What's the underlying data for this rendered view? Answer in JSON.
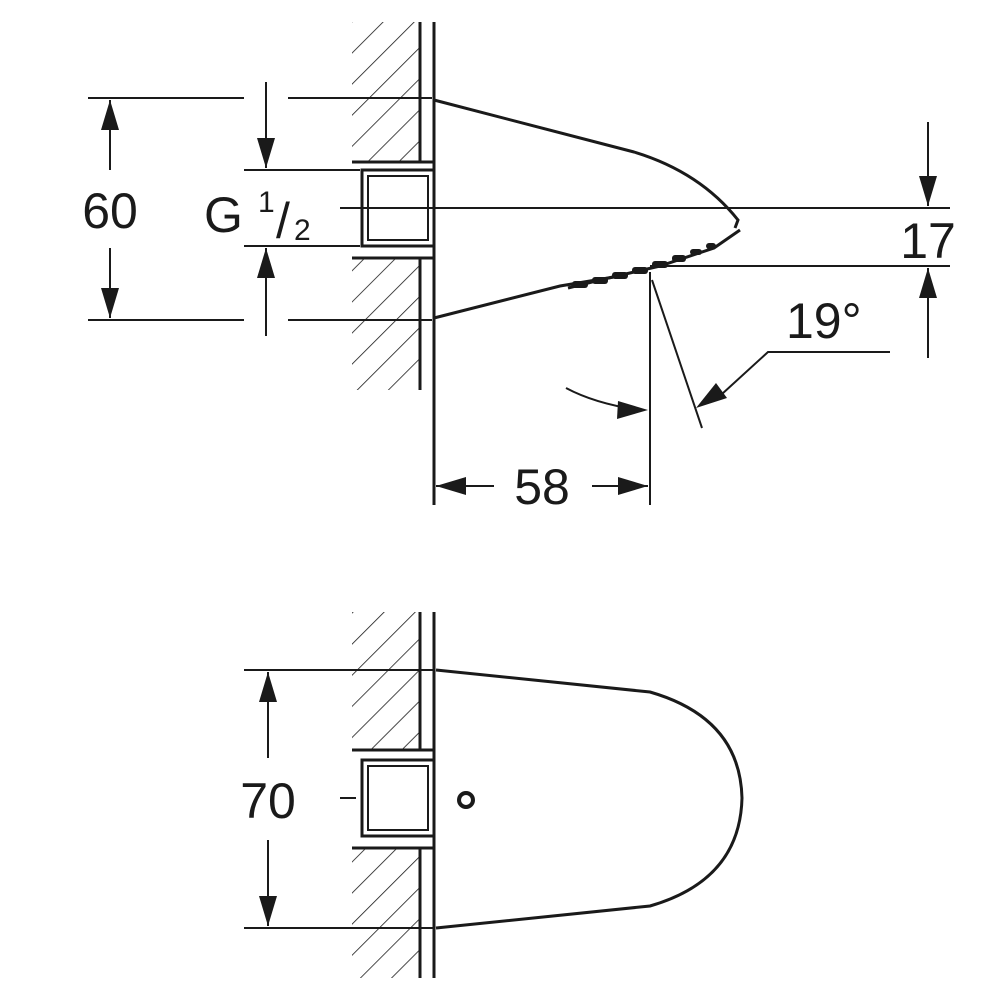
{
  "drawing": {
    "side_view": {
      "height_label": "60",
      "thread_label_prefix": "G",
      "thread_label_numerator": "1",
      "thread_label_slash": "/",
      "thread_label_denominator": "2",
      "offset_label": "17",
      "angle_label": "19°",
      "projection_label": "58"
    },
    "front_view": {
      "width_label": "70"
    }
  }
}
